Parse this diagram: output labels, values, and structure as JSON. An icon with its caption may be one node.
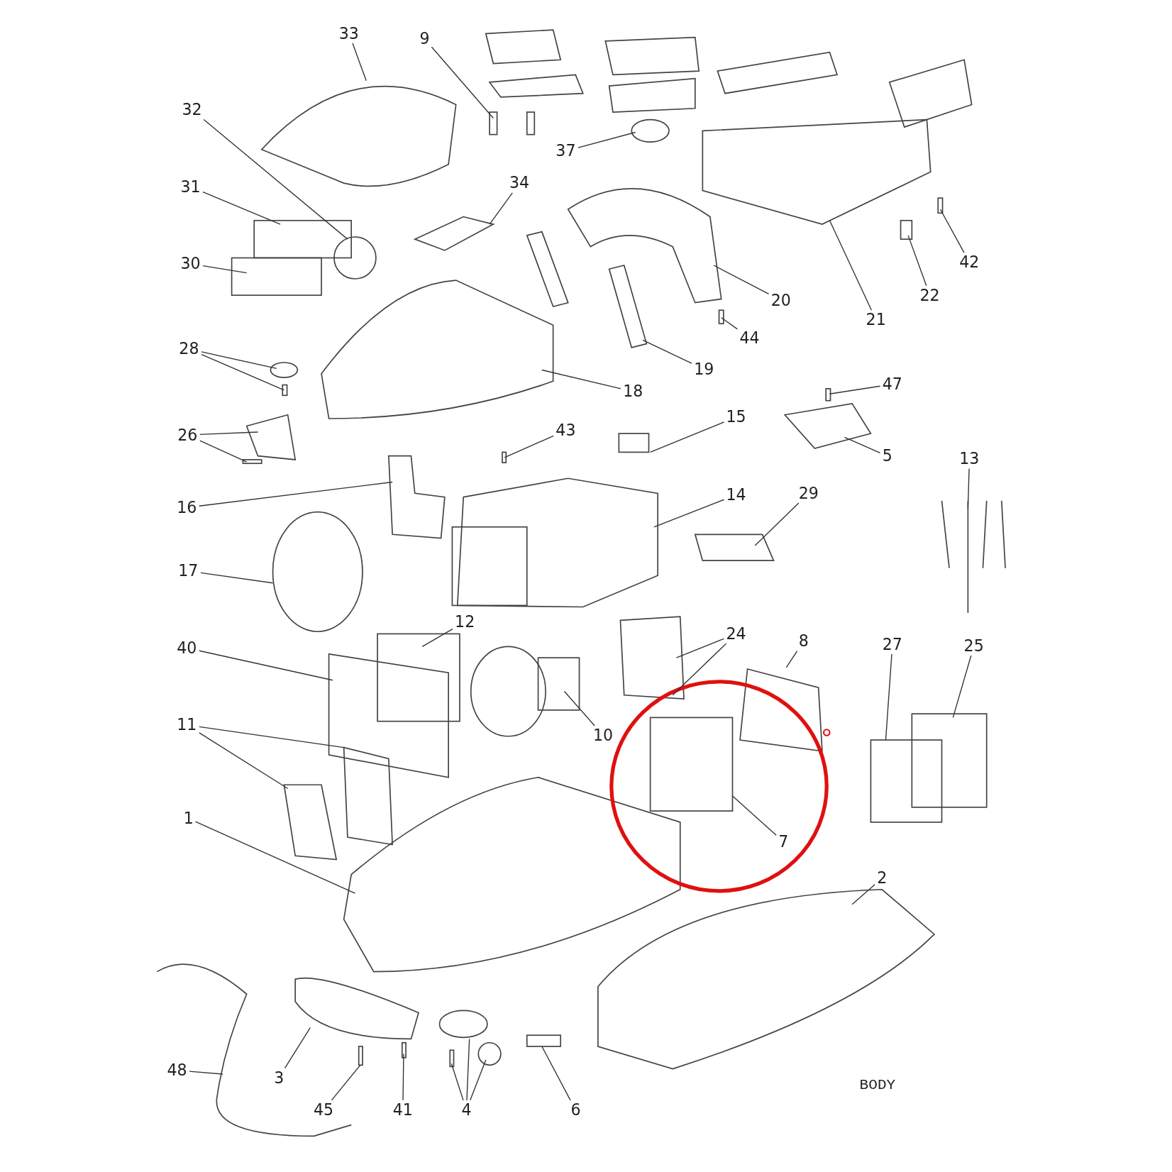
{
  "diagram": {
    "nodes": [
      {
        "text": [
          "33"
        ]
      },
      {
        "text": [
          "9"
        ]
      },
      {
        "text": [
          "32"
        ]
      },
      {
        "text": [
          "37"
        ]
      },
      {
        "text": [
          "34"
        ]
      },
      {
        "text": [
          "31"
        ]
      },
      {
        "text": [
          "30"
        ]
      },
      {
        "text": [
          "42"
        ]
      },
      {
        "text": [
          "22"
        ]
      },
      {
        "text": [
          "21"
        ]
      },
      {
        "text": [
          "20"
        ]
      },
      {
        "text": [
          "44"
        ]
      },
      {
        "text": [
          "28"
        ]
      },
      {
        "text": [
          "19"
        ]
      },
      {
        "text": [
          "18"
        ]
      },
      {
        "text": [
          "47"
        ]
      },
      {
        "text": [
          "26"
        ]
      },
      {
        "text": [
          "15"
        ]
      },
      {
        "text": [
          "43"
        ]
      },
      {
        "text": [
          "5"
        ]
      },
      {
        "text": [
          "13"
        ]
      },
      {
        "text": [
          "16"
        ]
      },
      {
        "text": [
          "14"
        ]
      },
      {
        "text": [
          "29"
        ]
      },
      {
        "text": [
          "17"
        ]
      },
      {
        "text": [
          "12"
        ]
      },
      {
        "text": [
          "24"
        ]
      },
      {
        "text": [
          "8"
        ]
      },
      {
        "text": [
          "27"
        ]
      },
      {
        "text": [
          "25"
        ]
      },
      {
        "text": [
          "40"
        ]
      },
      {
        "text": [
          "11"
        ]
      },
      {
        "text": [
          "10"
        ]
      },
      {
        "text": [
          "7"
        ]
      },
      {
        "text": [
          "1"
        ]
      },
      {
        "text": [
          "2"
        ]
      },
      {
        "text": [
          "48"
        ]
      },
      {
        "text": [
          "3"
        ]
      },
      {
        "text": [
          "45"
        ]
      },
      {
        "text": [
          "41"
        ]
      },
      {
        "text": [
          "4"
        ]
      },
      {
        "text": [
          "6"
        ]
      }
    ],
    "edges": [
      {
        "from": 0,
        "to": null,
        "arrow": "none"
      },
      {
        "from": 1,
        "to": null,
        "arrow": "none"
      },
      {
        "from": 2,
        "to": null,
        "arrow": "none"
      },
      {
        "from": 3,
        "to": null,
        "arrow": "none"
      },
      {
        "from": 4,
        "to": null,
        "arrow": "none"
      },
      {
        "from": 5,
        "to": null,
        "arrow": "none"
      },
      {
        "from": 6,
        "to": null,
        "arrow": "none"
      },
      {
        "from": 7,
        "to": null,
        "arrow": "none"
      },
      {
        "from": 8,
        "to": null,
        "arrow": "none"
      },
      {
        "from": 9,
        "to": null,
        "arrow": "none"
      },
      {
        "from": 10,
        "to": null,
        "arrow": "none"
      },
      {
        "from": 11,
        "to": null,
        "arrow": "none"
      },
      {
        "from": 12,
        "to": null,
        "arrow": "none"
      },
      {
        "from": 12,
        "to": null,
        "arrow": "none"
      },
      {
        "from": 13,
        "to": null,
        "arrow": "none"
      },
      {
        "from": 14,
        "to": null,
        "arrow": "none"
      },
      {
        "from": 15,
        "to": null,
        "arrow": "none"
      },
      {
        "from": 16,
        "to": null,
        "arrow": "none"
      },
      {
        "from": 16,
        "to": null,
        "arrow": "none"
      },
      {
        "from": 17,
        "to": null,
        "arrow": "none"
      },
      {
        "from": 18,
        "to": null,
        "arrow": "none"
      },
      {
        "from": 19,
        "to": null,
        "arrow": "none"
      },
      {
        "from": 20,
        "to": null,
        "arrow": "none"
      },
      {
        "from": 21,
        "to": null,
        "arrow": "none"
      },
      {
        "from": 22,
        "to": null,
        "arrow": "none"
      },
      {
        "from": 23,
        "to": null,
        "arrow": "none"
      },
      {
        "from": 24,
        "to": null,
        "arrow": "none"
      },
      {
        "from": 25,
        "to": null,
        "arrow": "none"
      },
      {
        "from": 26,
        "to": null,
        "arrow": "none"
      },
      {
        "from": 26,
        "to": null,
        "arrow": "none"
      },
      {
        "from": 27,
        "to": null,
        "arrow": "none"
      },
      {
        "from": 28,
        "to": null,
        "arrow": "none"
      },
      {
        "from": 29,
        "to": null,
        "arrow": "none"
      },
      {
        "from": 30,
        "to": null,
        "arrow": "none"
      },
      {
        "from": 31,
        "to": null,
        "arrow": "none"
      },
      {
        "from": 31,
        "to": null,
        "arrow": "none"
      },
      {
        "from": 32,
        "to": null,
        "arrow": "none"
      },
      {
        "from": 33,
        "to": null,
        "arrow": "none"
      },
      {
        "from": 34,
        "to": null,
        "arrow": "none"
      },
      {
        "from": 35,
        "to": null,
        "arrow": "none"
      },
      {
        "from": 36,
        "to": null,
        "arrow": "none"
      },
      {
        "from": 37,
        "to": null,
        "arrow": "none"
      },
      {
        "from": 38,
        "to": null,
        "arrow": "none"
      },
      {
        "from": 39,
        "to": null,
        "arrow": "none"
      },
      {
        "from": 40,
        "to": null,
        "arrow": "none"
      },
      {
        "from": 40,
        "to": null,
        "arrow": "none"
      },
      {
        "from": 40,
        "to": null,
        "arrow": "none"
      },
      {
        "from": 41,
        "to": null,
        "arrow": "none"
      }
    ],
    "labels": [
      "BODY"
    ]
  }
}
